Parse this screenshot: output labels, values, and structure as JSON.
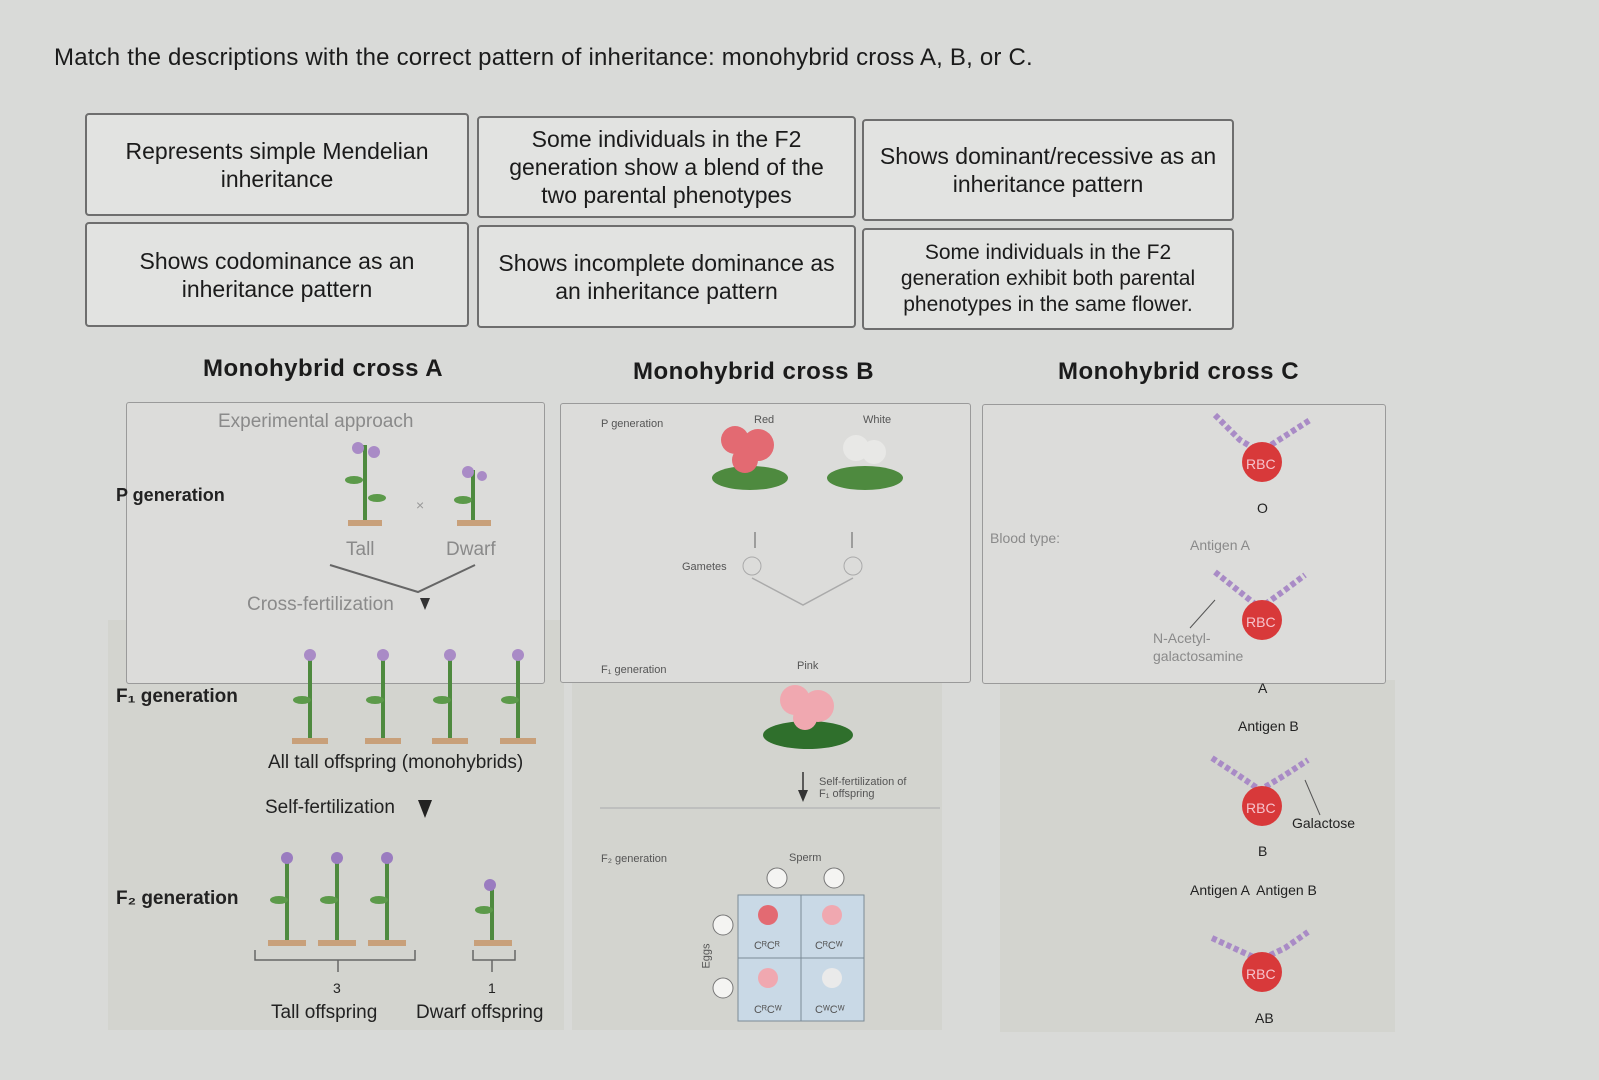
{
  "prompt": "Match the descriptions with the correct pattern of inheritance: monohybrid cross A, B, or C.",
  "cards": [
    "Represents simple Mendelian inheritance",
    "Some individuals in the F2 generation show a blend of the two parental phenotypes",
    "Shows dominant/recessive as an inheritance pattern",
    "Shows codominance as an inheritance pattern",
    "Shows incomplete dominance as an inheritance pattern",
    "Some individuals in the F2 generation exhibit both parental phenotypes in the same flower."
  ],
  "crosses": {
    "a": {
      "title": "Monohybrid cross A",
      "experimental": "Experimental approach",
      "p_generation": "P generation",
      "tall": "Tall",
      "dwarf": "Dwarf",
      "cross_fert": "Cross-fertilization",
      "f1_generation": "F₁ generation",
      "all_tall": "All tall offspring (monohybrids)",
      "self_fert": "Self-fertilization",
      "f2_generation": "F₂ generation",
      "ratio_tall": "3",
      "ratio_dwarf": "1",
      "tall_offspring": "Tall offspring",
      "dwarf_offspring": "Dwarf offspring"
    },
    "b": {
      "title": "Monohybrid cross B",
      "p_generation": "P generation",
      "red": "Red",
      "white": "White",
      "gametes": "Gametes",
      "f1_generation": "F₁ generation",
      "pink": "Pink",
      "self_fert": "Self-fertilization of F₁ offspring",
      "f2_generation": "F₂ generation",
      "sperm": "Sperm",
      "eggs": "Eggs",
      "cells": [
        "CᴿCᴿ",
        "CᴿCᵂ",
        "CᴿCᵂ",
        "CᵂCᵂ"
      ]
    },
    "c": {
      "title": "Monohybrid cross C",
      "blood_type": "Blood type:",
      "rbc": "RBC",
      "o": "O",
      "antigen_a": "Antigen A",
      "nacetyl": "N-Acetyl-",
      "galactosamine": "galactosamine",
      "a": "A",
      "antigen_b": "Antigen B",
      "galactose": "Galactose",
      "b": "B",
      "antigen_ab": "Antigen A  Antigen B",
      "ab": "AB"
    }
  },
  "colors": {
    "rbc": "#d8393a",
    "flower_red": "#e36a72",
    "flower_pink": "#f0a8b0",
    "leaf": "#3f8a3c",
    "purple": "#a98bc6"
  }
}
